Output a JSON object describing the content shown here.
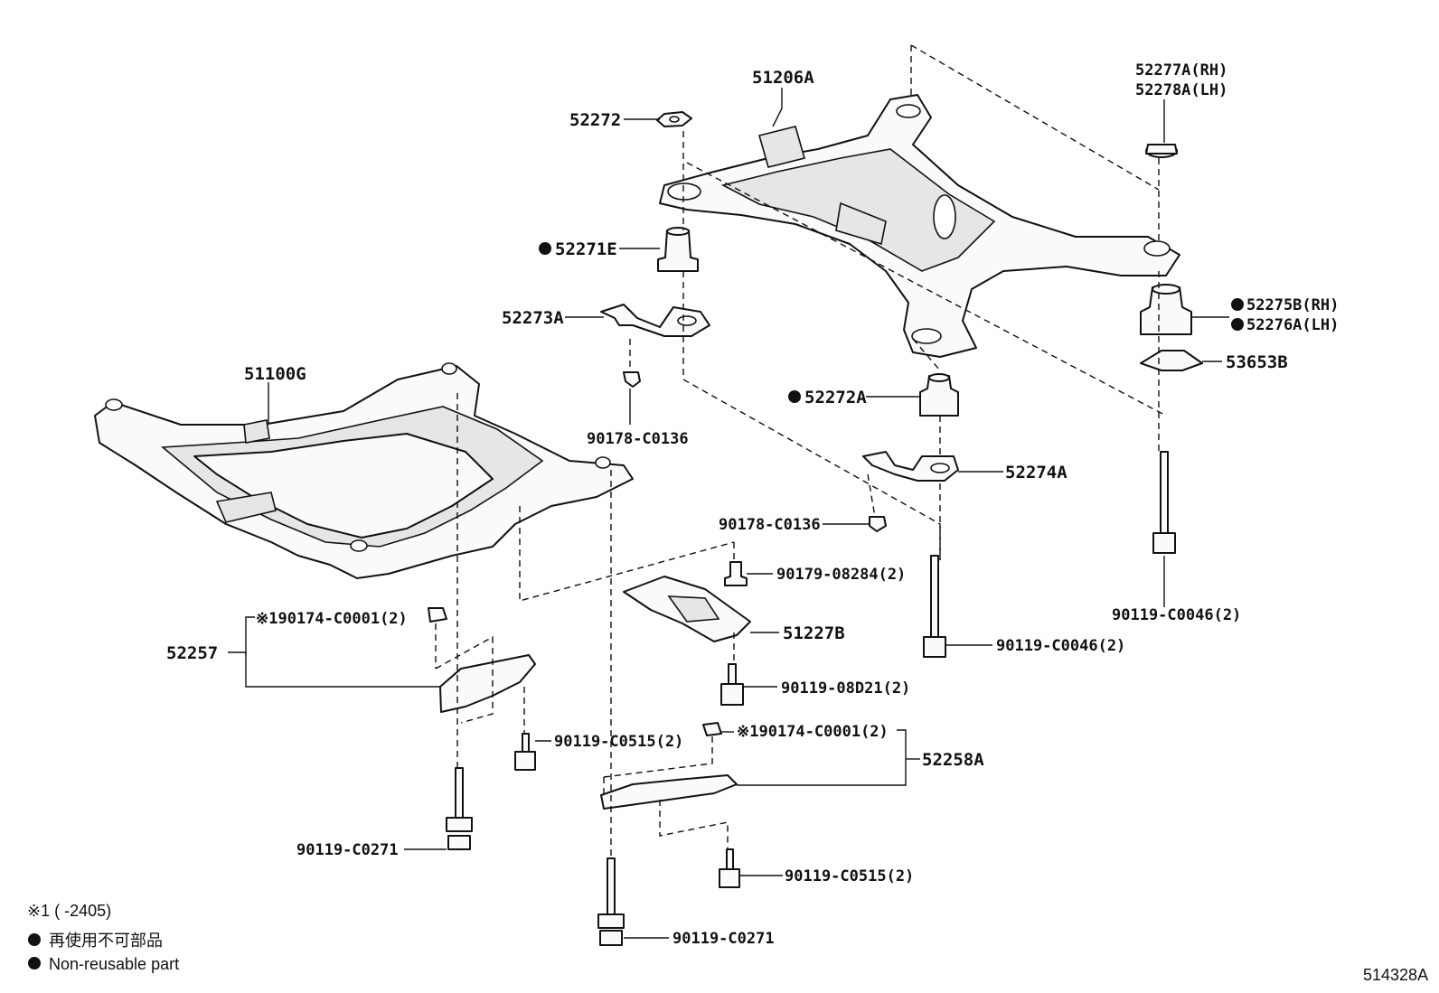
{
  "title": "",
  "drawing_id": "514328A",
  "parts": {
    "rear_crossmember": "51206A",
    "nut_upper": "52272",
    "cushion_upper_front": "52271E",
    "stopper_front": "52273A",
    "clip_1": "90178-C0136",
    "front_crossmember": "51100G",
    "washer_rh": "52277A(RH)",
    "washer_lh": "52278A(LH)",
    "cushion_rear_rh": "52275B(RH)",
    "cushion_rear_lh": "52276A(LH)",
    "dust_cover": "53653B",
    "cushion_upper_rear": "52272A",
    "stopper_rear": "52274A",
    "clip_2": "90178-C0136",
    "bolt_rear_2": "90119-C0046(2)",
    "bolt_rear_1": "90119-C0046(2)",
    "bolt_8284": "90179-08284(2)",
    "brace_center": "51227B",
    "bolt_08d21": "90119-08D21(2)",
    "nut_note_left": "※190174-C0001(2)",
    "brace_left": "52257",
    "bolt_c0515_left": "90119-C0515(2)",
    "nut_note_right": "※190174-C0001(2)",
    "brace_right": "52258A",
    "bolt_c0271_left": "90119-C0271",
    "bolt_c0515_right": "90119-C0515(2)",
    "bolt_c0271_center": "90119-C0271"
  },
  "legend": {
    "note": "※1 (       -2405)",
    "non_reusable_jp": "再使用不可部品",
    "non_reusable_en": "Non-reusable part"
  }
}
